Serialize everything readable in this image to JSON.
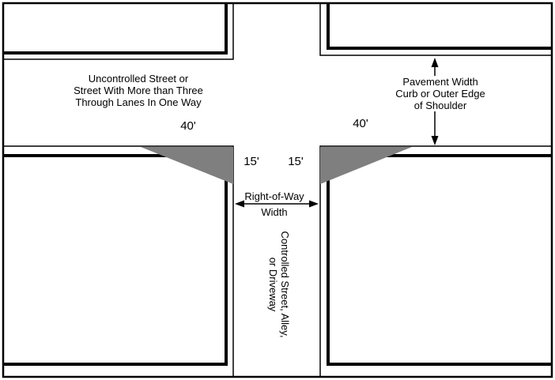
{
  "colors": {
    "triangle_fill": "#7f7f7f",
    "line": "#000000",
    "background": "#ffffff"
  },
  "labels": {
    "uncontrolled_street": {
      "lines": [
        "Uncontrolled Street or",
        "Street With More than Three",
        "Through Lanes In One Way"
      ]
    },
    "pavement_width": {
      "lines": [
        "Pavement Width",
        "Curb or Outer Edge",
        "of Shoulder"
      ]
    },
    "right_of_way": {
      "lines": [
        "Right-of-Way",
        "Width"
      ]
    },
    "controlled_street": {
      "lines": [
        "Controlled Street, Alley,",
        "or Driveway"
      ]
    }
  },
  "dimensions": {
    "left_sight_distance": "40'",
    "right_sight_distance": "40'",
    "left_clearance": "15'",
    "right_clearance": "15'"
  }
}
